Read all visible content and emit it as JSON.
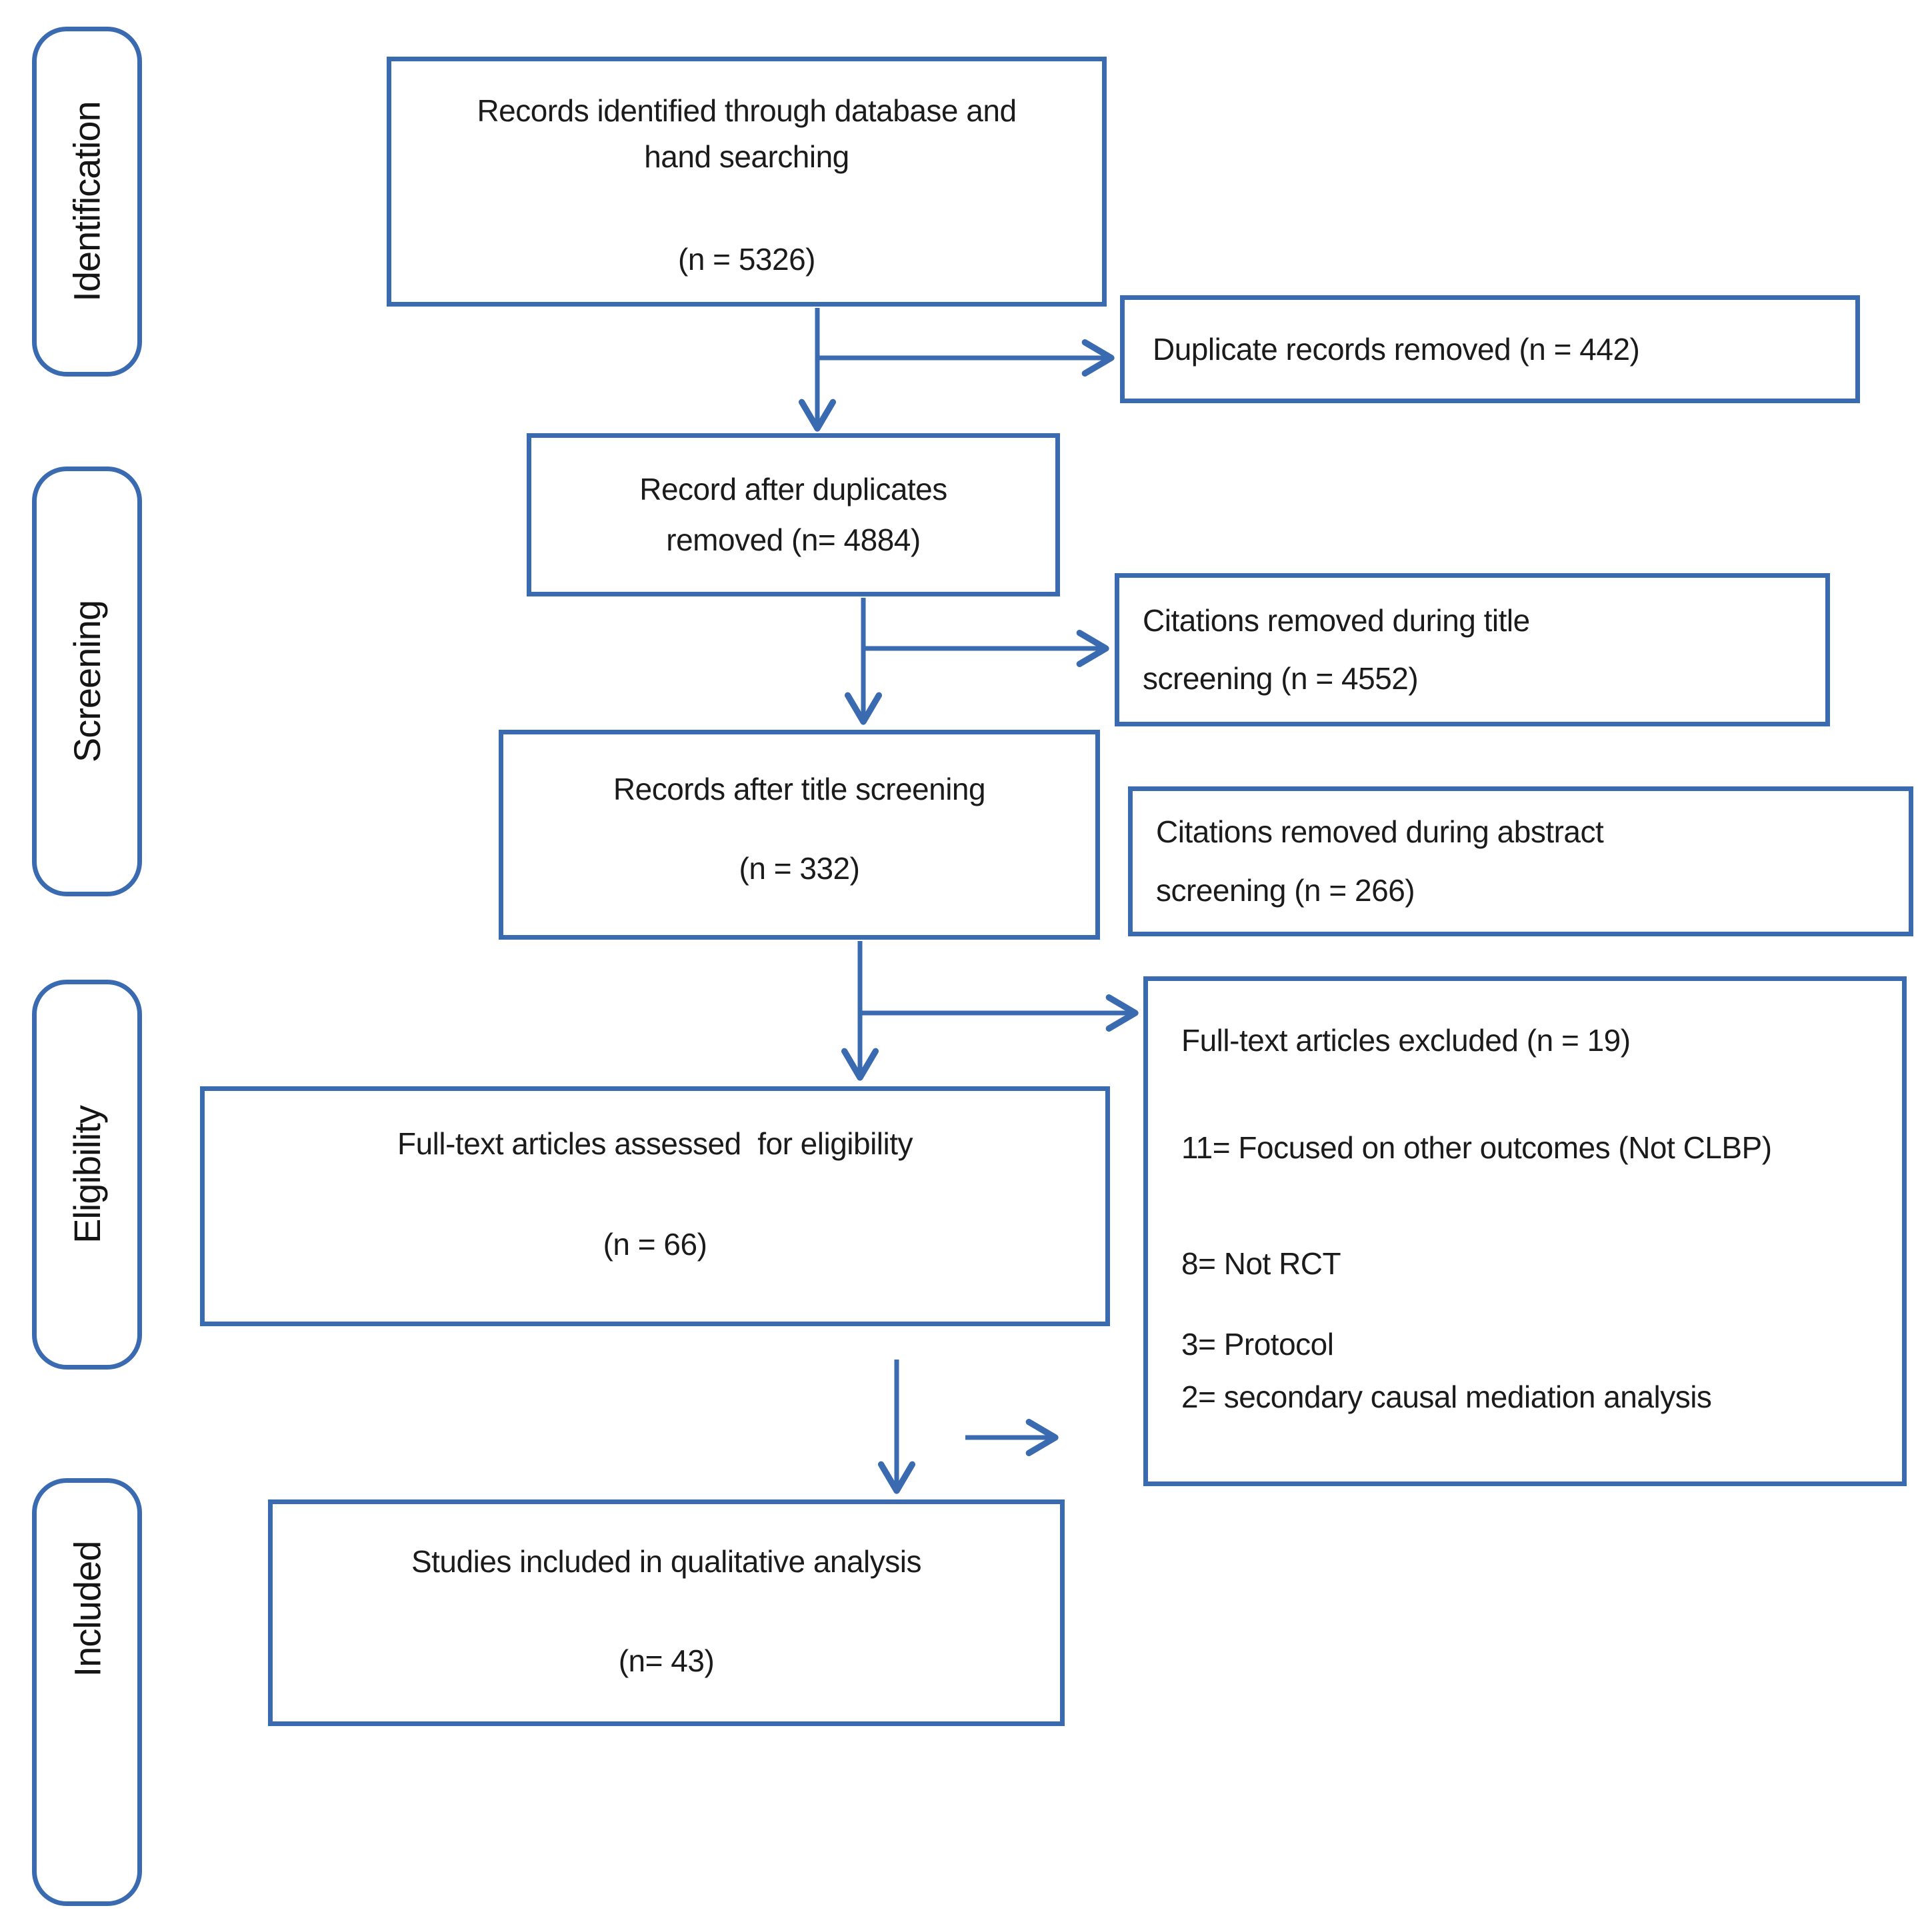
{
  "figure": {
    "type": "prisma-flow-diagram",
    "accent_color": "#3a6ab0",
    "text_color": "#1b1b1b",
    "background_color": "#ffffff"
  },
  "stages": {
    "identification": "Identification",
    "screening": "Screening",
    "eligibility": "Eligibility",
    "included": "Included"
  },
  "boxes": {
    "records_identified": {
      "text": "Records identified through database and hand searching",
      "n": "(n = 5326)"
    },
    "duplicates_removed": {
      "text": "Duplicate records removed (n = 442)"
    },
    "after_duplicates": {
      "text": "Record after duplicates removed (n= 4884)"
    },
    "title_screening_removed": {
      "text": "Citations removed during title screening (n = 4552)"
    },
    "after_title_screening": {
      "text": "Records after title screening",
      "n": "(n = 332)"
    },
    "abstract_screening_removed": {
      "text": "Citations removed during abstract screening (n = 266)"
    },
    "fulltext_assessed": {
      "text": "Full-text articles assessed  for eligibility",
      "n": "(n = 66)"
    },
    "fulltext_excluded": {
      "title": "Full-text articles excluded (n = 19)",
      "reasons": [
        "11= Focused on other outcomes (Not CLBP)",
        "8= Not RCT",
        "3= Protocol",
        "2= secondary causal mediation analysis"
      ]
    },
    "qualitative_included": {
      "text": "Studies included in qualitative analysis",
      "n": "(n= 43)"
    }
  }
}
